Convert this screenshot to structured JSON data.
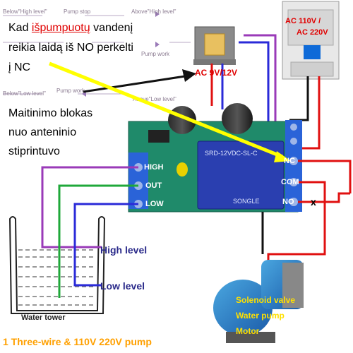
{
  "level_diagram": {
    "below_high_top": "Below\"High level\"",
    "pump_stop": "Pump stop",
    "above_high": "Above\"High level\"",
    "pump_work_top": "Pump work",
    "below_low": "Below\"Low level\"",
    "pump_work_bottom": "Pump work",
    "above_low": "Above\"Low level\""
  },
  "annotation_top": {
    "line1_prefix": "Kad ",
    "line1_highlight": "išpumpuotų",
    "line1_suffix": " vandenį",
    "line2": "reikia laidą iš NO perkelti",
    "line3": "į NC"
  },
  "annotation_power": {
    "line1": "Maitinimo blokas",
    "line2": "nuo anteninio",
    "line3": "stiprintuvo"
  },
  "transformer_label": "AC 9V/12V",
  "breaker_label": {
    "line1": "AC 110V /",
    "line2": "AC 220V"
  },
  "board_terminals": {
    "high": "HIGH",
    "out": "OUT",
    "low": "LOW"
  },
  "relay_terminals": {
    "nc": "NC",
    "com": "COM",
    "no": "NO"
  },
  "relay_text": {
    "model": "SRD-12VDC-SL-C",
    "brand": "SONGLE"
  },
  "levels": {
    "high": "High level",
    "low": "Low level"
  },
  "tower_label": "Water tower",
  "pump_labels": {
    "line1": "Solenoid valve",
    "line2": "Water pump",
    "line3": "Motor"
  },
  "footer": "1 Three-wire & 110V 220V pump",
  "cut_mark": "x",
  "colors": {
    "wire_red": "#e01010",
    "wire_black": "#111111",
    "wire_blue": "#2a2ad8",
    "wire_green": "#1fa83a",
    "wire_purple": "#9a3ab8",
    "arrow_yellow": "#ffff00",
    "board_green": "#1f8a6a",
    "relay_blue": "#2a3fb0",
    "terminal_block": "#2a63d8"
  }
}
